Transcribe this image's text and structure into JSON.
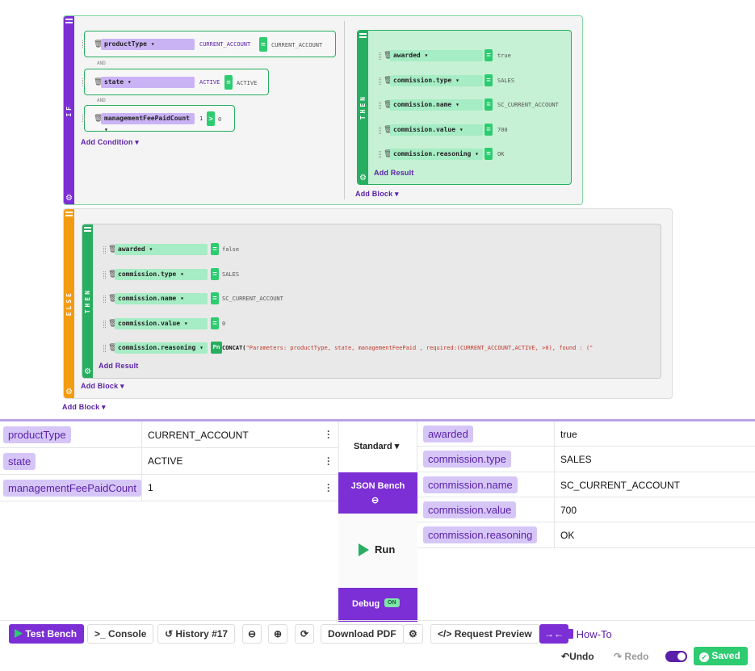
{
  "if_block": {
    "if_label": "IF",
    "conditions": [
      {
        "field": "productType",
        "value_display": "CURRENT_ACCOUNT",
        "operator": "=",
        "value": "CURRENT_ACCOUNT"
      },
      {
        "field": "state",
        "value_display": "ACTIVE",
        "operator": "=",
        "value": "ACTIVE"
      },
      {
        "field": "managementFeePaidCount",
        "value_display": "1",
        "operator": ">",
        "value": "0"
      }
    ],
    "and_label": "AND",
    "add_condition": "Add Condition",
    "then_label": "THEN",
    "results": [
      {
        "field": "awarded",
        "operator": "=",
        "value": "true"
      },
      {
        "field": "commission.type",
        "operator": "=",
        "value": "SALES"
      },
      {
        "field": "commission.name",
        "operator": "=",
        "value": "SC_CURRENT_ACCOUNT"
      },
      {
        "field": "commission.value",
        "operator": "=",
        "value": "700"
      },
      {
        "field": "commission.reasoning",
        "operator": "=",
        "value": "OK"
      }
    ],
    "add_result": "Add Result",
    "add_block": "Add Block"
  },
  "else_block": {
    "else_label": "ELSE",
    "then_label": "THEN",
    "results": [
      {
        "field": "awarded",
        "operator": "=",
        "value": "false"
      },
      {
        "field": "commission.type",
        "operator": "=",
        "value": "SALES"
      },
      {
        "field": "commission.name",
        "operator": "=",
        "value": "SC_CURRENT_ACCOUNT"
      },
      {
        "field": "commission.value",
        "operator": "=",
        "value": "0"
      },
      {
        "field": "commission.reasoning",
        "operator": "Fn",
        "value_fn": "CONCAT(",
        "value_str": "\"Parameters: productType, state, managementFeePaid , required:(CURRENT_ACCOUNT,ACTIVE, >0), found : (\""
      }
    ],
    "add_result": "Add Result",
    "add_block": "Add Block"
  },
  "outer_add_block": "Add Block",
  "inputs": [
    {
      "name": "productType",
      "value": "CURRENT_ACCOUNT"
    },
    {
      "name": "state",
      "value": "ACTIVE"
    },
    {
      "name": "managementFeePaidCount",
      "value": "1"
    }
  ],
  "middle": {
    "mode_select": "Standard",
    "json_bench": "JSON Bench",
    "run": "Run",
    "debug": "Debug",
    "debug_state": "ON"
  },
  "outputs": [
    {
      "name": "awarded",
      "value": "true"
    },
    {
      "name": "commission.type",
      "value": "SALES"
    },
    {
      "name": "commission.name",
      "value": "SC_CURRENT_ACCOUNT"
    },
    {
      "name": "commission.value",
      "value": "700"
    },
    {
      "name": "commission.reasoning",
      "value": "OK"
    }
  ],
  "toolbar": {
    "test_bench": "Test Bench",
    "console": "Console",
    "history": "History #17",
    "download_pdf": "Download PDF",
    "request_preview": "Request Preview",
    "how_to": "How-To",
    "undo": "Undo",
    "redo": "Redo",
    "saved": "Saved"
  },
  "colors": {
    "purple": "#7b2fd4",
    "green": "#27ae60",
    "orange": "#f39c12",
    "saved_green": "#2ecc71"
  }
}
